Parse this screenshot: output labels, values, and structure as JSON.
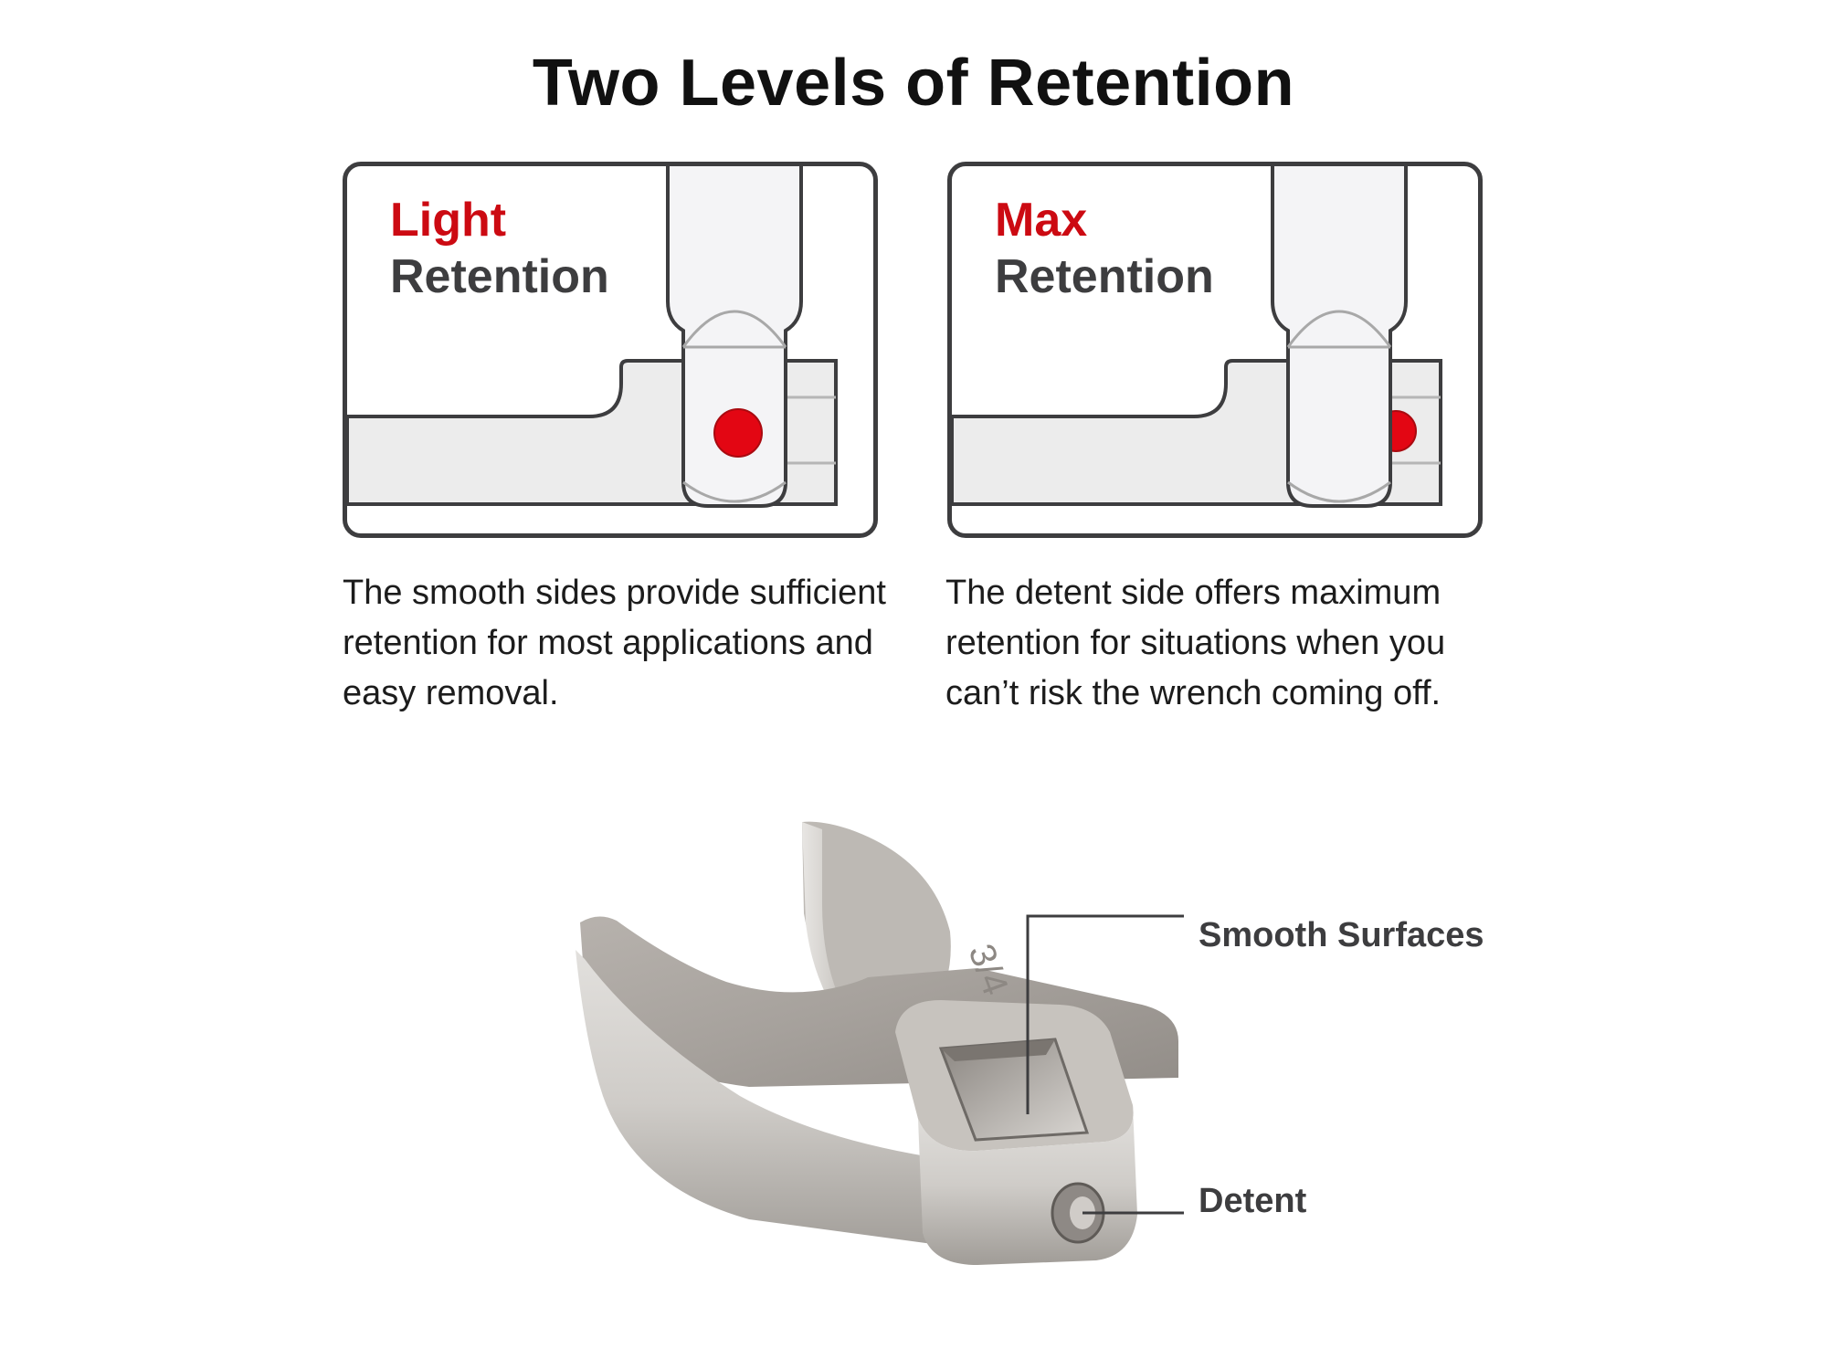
{
  "title": "Two Levels of Retention",
  "panels": [
    {
      "accent_word": "Light",
      "rest_word": "Retention",
      "caption": "The smooth sides provide sufficient retention for most applications and easy removal."
    },
    {
      "accent_word": "Max",
      "rest_word": "Retention",
      "caption": "The detent side offers maximum retention for situations when you can’t risk the wrench coming off."
    }
  ],
  "photo": {
    "engraving": "3/4"
  },
  "callouts": {
    "smooth": "Smooth Surfaces",
    "detent": "Detent"
  },
  "colors": {
    "accent_red": "#cc0a12",
    "outline_dark": "#3d3d3f",
    "metal_fill": "#ececec"
  }
}
